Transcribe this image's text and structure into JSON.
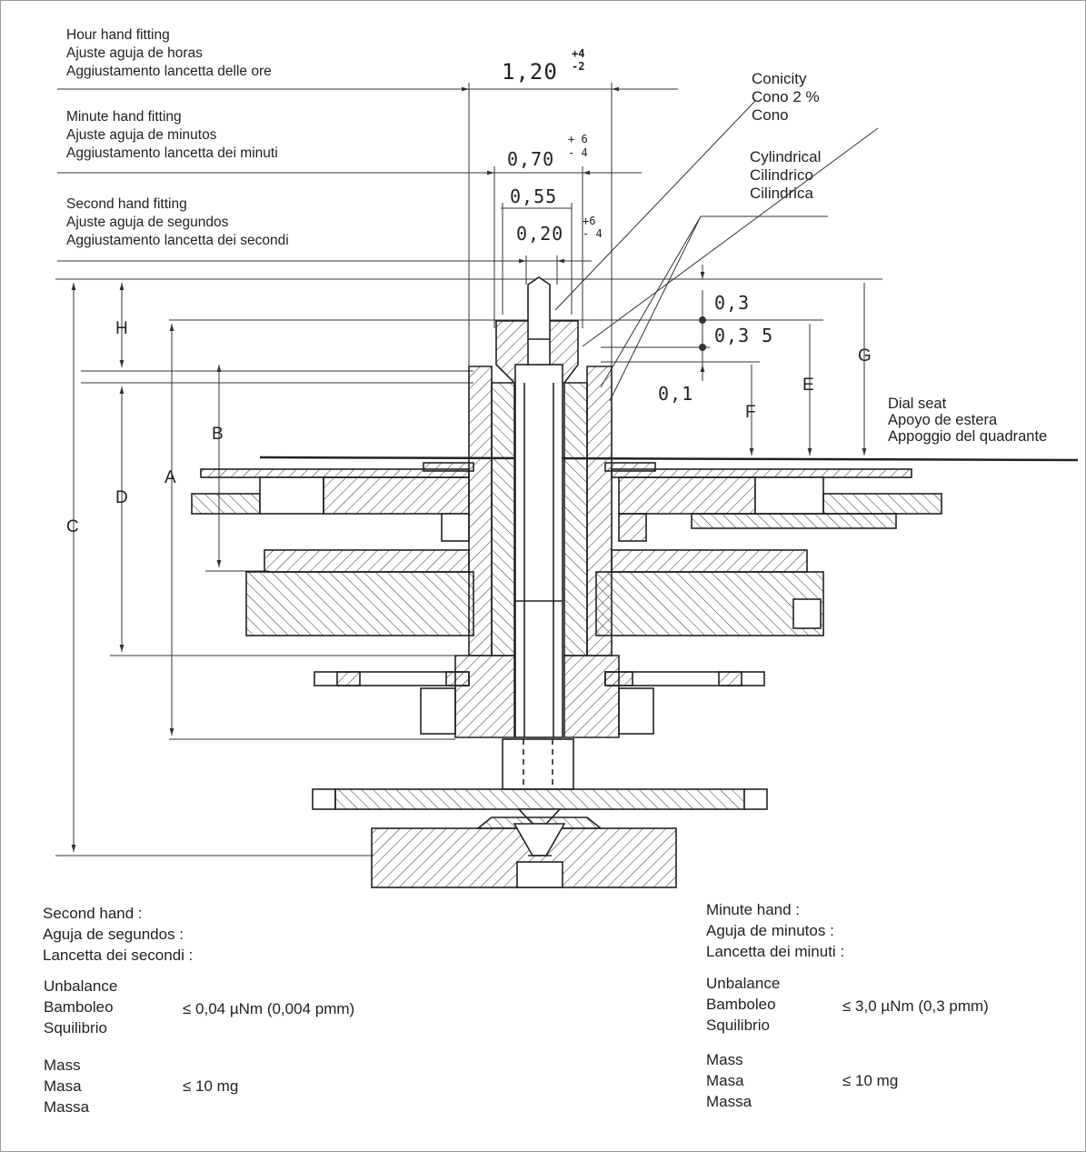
{
  "labels": {
    "hour": [
      "Hour hand fitting",
      "Ajuste aguja de horas",
      "Aggiustamento lancetta delle ore"
    ],
    "minute": [
      "Minute hand fitting",
      "Ajuste aguja de minutos",
      "Aggiustamento lancetta dei minuti"
    ],
    "second": [
      "Second hand fitting",
      "Ajuste aguja de segundos",
      "Aggiustamento lancetta dei secondi"
    ],
    "conicity": [
      "Conicity",
      "Cono   2 %",
      "Cono"
    ],
    "cylindrical": [
      "Cylindrical",
      "Cilindrico",
      "Cilindrica"
    ],
    "dial_seat": [
      "Dial seat",
      "Apoyo de estera",
      "Appoggio del quadrante"
    ]
  },
  "dimensions": {
    "hour": {
      "value": "1,20",
      "tol_plus": "+4",
      "tol_minus": "-2"
    },
    "minute": {
      "value": "0,70",
      "tol_plus": "+ 6",
      "tol_minus": "- 4"
    },
    "minute_inner": {
      "value": "0,55"
    },
    "second": {
      "value": "0,20",
      "tol_plus": "+6",
      "tol_minus": "- 4"
    },
    "heights": {
      "h1": "0,3",
      "h2": "0,3 5",
      "h3": "0,1"
    }
  },
  "letters": {
    "A": "A",
    "B": "B",
    "C": "C",
    "D": "D",
    "E": "E",
    "F": "F",
    "G": "G",
    "H": "H"
  },
  "specs": {
    "second_hand": {
      "names": [
        "Second hand          :",
        "Aguja de segundos  :",
        "Lancetta dei secondi :"
      ],
      "unbalance_names": [
        "Unbalance",
        "Bamboleo",
        "Squilibrio"
      ],
      "unbalance_value": "≤  0,04 µNm (0,004  pmm)",
      "mass_names": [
        "Mass",
        "Masa",
        "Massa"
      ],
      "mass_value": "≤  10 mg"
    },
    "minute_hand": {
      "names": [
        "Minute hand           :",
        "Aguja de minutos    :",
        "Lancetta dei minuti  :"
      ],
      "unbalance_names": [
        "Unbalance",
        "Bamboleo",
        "Squilibrio"
      ],
      "unbalance_value": "≤  3,0 µNm (0,3 pmm)",
      "mass_names": [
        "Mass",
        "Masa",
        "Massa"
      ],
      "mass_value": "≤   10 mg"
    }
  }
}
